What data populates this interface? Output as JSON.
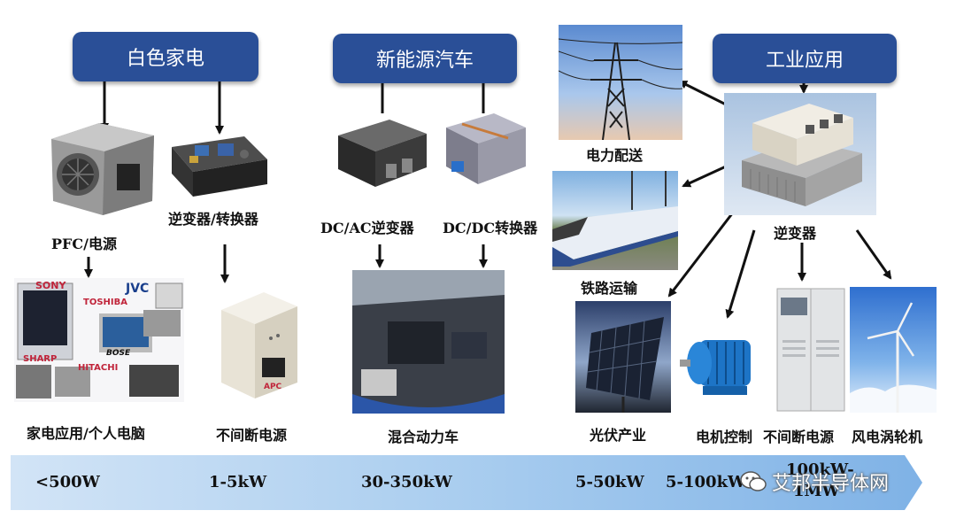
{
  "categories": {
    "white_goods": "白色家电",
    "nev": "新能源汽车",
    "industrial": "工业应用"
  },
  "labels": {
    "pfc": "PFC/电源",
    "inverter_converter": "逆变器/转换器",
    "dcac": "DC/AC逆变器",
    "dcdc": "DC/DC转换器",
    "appliances": "家电应用/个人电脑",
    "ups": "不间断电源",
    "hybrid": "混合动力车",
    "power_dist": "电力配送",
    "railway": "铁路运输",
    "inverter": "逆变器",
    "pv": "光伏产业",
    "motor": "电机控制",
    "ups2": "不间断电源",
    "wind": "风电涡轮机"
  },
  "power_band": {
    "r1": "<500W",
    "r2": "1-5kW",
    "r3": "30-350kW",
    "r4": "5-50kW",
    "r5": "5-100kW",
    "r6_line1": "100kW-",
    "r6_line2": "1MW"
  },
  "brands": [
    "SONY",
    "TOSHIBA",
    "JVC",
    "SHARP",
    "HITACHI",
    "BOSE",
    "APC"
  ],
  "watermark": "艾邦半导体网"
}
